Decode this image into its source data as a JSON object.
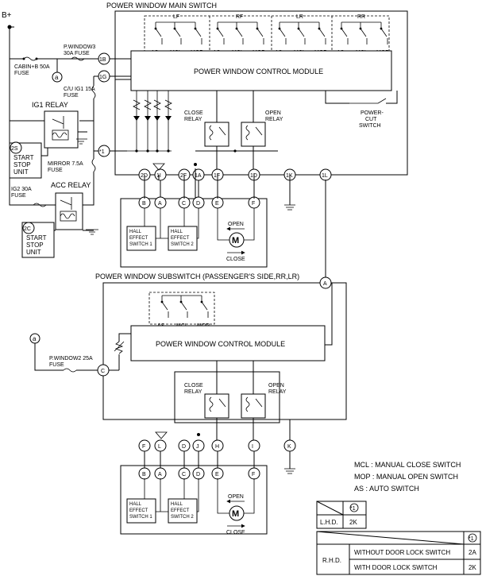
{
  "labels": {
    "bplus": "B+",
    "main_switch_title": "POWER WINDOW MAIN SWITCH",
    "sub_switch_title": "POWER WINDOW SUBSWITCH (PASSENGER'S SIDE,RR,LR)",
    "lf": "LF",
    "rf": "RF",
    "lr": "LR",
    "rr": "RR",
    "as": "AS",
    "mcl": "MCL",
    "mop": "MOP",
    "pwcm": "POWER WINDOW CONTROL MODULE",
    "close_relay_1": "CLOSE",
    "close_relay_2": "RELAY",
    "open_relay_1": "OPEN",
    "open_relay_2": "RELAY",
    "power_cut_1": "POWER-",
    "power_cut_2": "CUT",
    "power_cut_3": "SWITCH",
    "cabin_fuse_1": "CABIN+B 50A",
    "cabin_fuse_2": "FUSE",
    "pwindow3_1": "P.WINDOW3",
    "pwindow3_2": "30A FUSE",
    "cu_fuse_1": "C/U IG1 15A",
    "cu_fuse_2": "FUSE",
    "ig1_relay": "IG1 RELAY",
    "mirror_fuse_1": "MIRROR 7.5A",
    "mirror_fuse_2": "FUSE",
    "ig2_fuse_1": "IG2 30A",
    "ig2_fuse_2": "FUSE",
    "acc_relay": "ACC RELAY",
    "start_1": "START",
    "start_2": "STOP",
    "start_3": "UNIT",
    "pwindow2_1": "P.WINDOW2 25A",
    "pwindow2_2": "FUSE",
    "hall_1": "HALL",
    "hall_2": "EFFECT",
    "hall_3a": "SWITCH 1",
    "hall_3b": "SWITCH 2",
    "open": "OPEN",
    "close": "CLOSE",
    "motor": "M",
    "conn_a": "a",
    "conn_2s": "2S",
    "conn_2c": "2C",
    "note_ref": "*1"
  },
  "main_terminals": [
    "1B",
    "1G",
    "*1",
    "2D",
    "1I",
    "2F",
    "1A",
    "1F",
    "1D",
    "1K",
    "1L"
  ],
  "motor_pins_main": [
    "B",
    "A",
    "C",
    "D",
    "E",
    "F"
  ],
  "sub_terminals": [
    "A",
    "C",
    "F",
    "L",
    "D",
    "J",
    "H",
    "I",
    "K"
  ],
  "motor_pins_sub": [
    "B",
    "A",
    "C",
    "D",
    "E",
    "F"
  ],
  "legend": [
    "MCL : MANUAL CLOSE SWITCH",
    "MOP : MANUAL OPEN SWITCH",
    "AS : AUTO SWITCH"
  ],
  "table_lhd": {
    "header": "*1",
    "row_label": "L.H.D.",
    "value": "2K"
  },
  "table_rhd": {
    "header": "*1",
    "row_label": "R.H.D.",
    "rows": [
      {
        "label": "WITHOUT DOOR LOCK SWITCH",
        "value": "2A"
      },
      {
        "label": "WITH DOOR LOCK SWITCH",
        "value": "2K"
      }
    ]
  }
}
